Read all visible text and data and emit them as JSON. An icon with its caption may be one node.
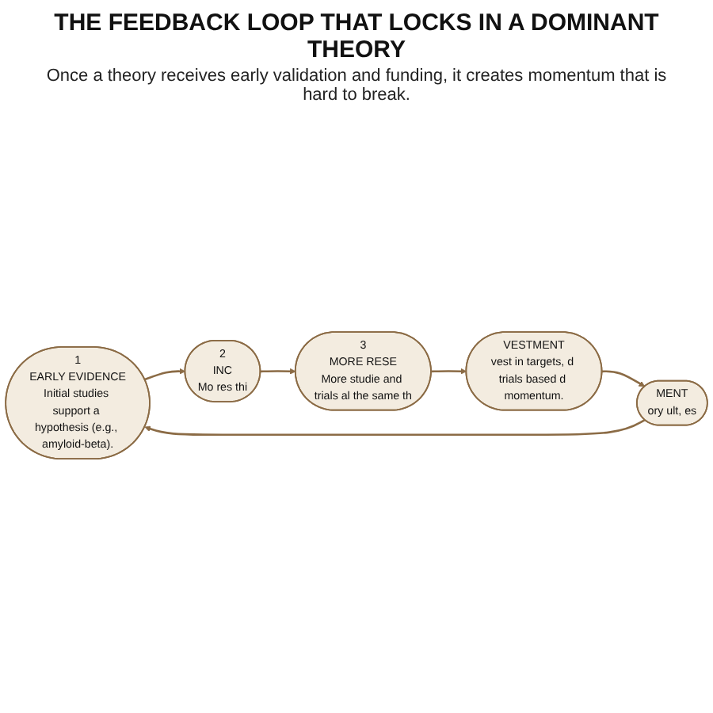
{
  "diagram": {
    "title": "THE FEEDBACK LOOP THAT LOCKS IN A DOMINANT THEORY",
    "caption": "Once a theory receives early validation and funding, it creates momentum that is hard to break.",
    "nodes": [
      {
        "text": [
          "1",
          "EARLY EVIDENCE",
          "Initial studies support a hypothesis (e.g., amyloid-beta)."
        ]
      },
      {
        "text": [
          "2",
          "INC",
          "Mo res thi"
        ]
      },
      {
        "text": [
          "3",
          "MORE RESE",
          "More studie and trials al the same th"
        ]
      },
      {
        "text": [
          "VESTMENT",
          "vest in targets, d trials based d momentum."
        ]
      },
      {
        "text": [
          "MENT",
          "ory ult, es"
        ]
      }
    ],
    "edges": [
      {
        "from": 0,
        "to": 1,
        "arrow": "to"
      },
      {
        "from": 1,
        "to": 2,
        "arrow": "to"
      },
      {
        "from": 2,
        "to": 3,
        "arrow": "to"
      },
      {
        "from": 3,
        "to": 4,
        "arrow": "to"
      },
      {
        "from": 4,
        "to": 0,
        "arrow": "to"
      }
    ]
  }
}
